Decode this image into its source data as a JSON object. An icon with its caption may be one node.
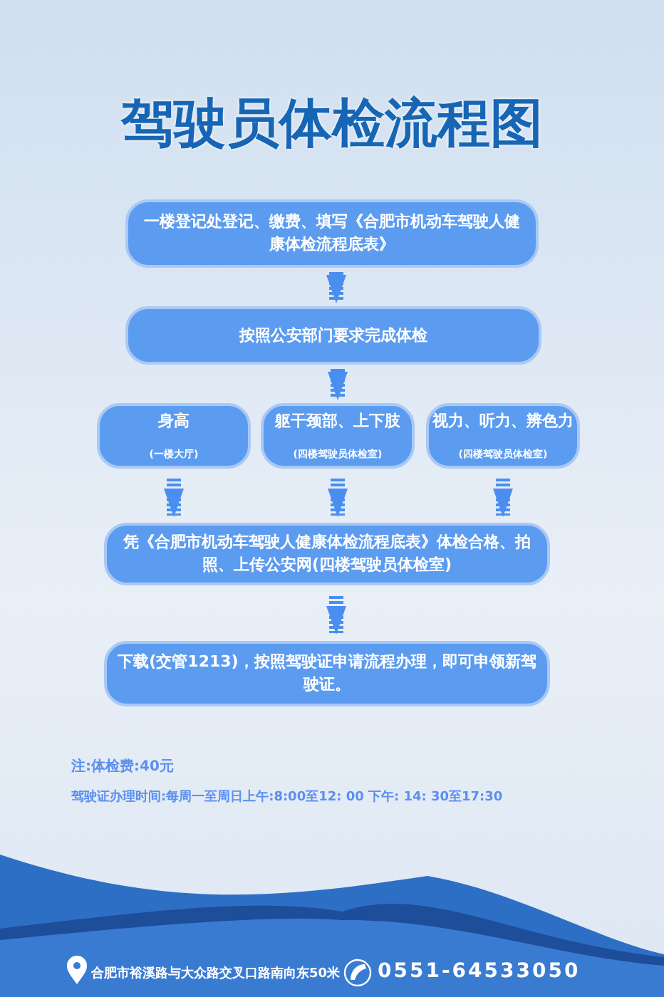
{
  "diagram": {
    "title": "驾驶员体检流程图",
    "nodes": [
      {
        "text": [
          "一楼登记处登记、缴费、填写《合肥市机动车驾驶人健康体检流程底表》"
        ]
      },
      {
        "text": [
          "按照公安部门要求完成体检"
        ]
      },
      {
        "text": [
          "身高",
          "(一楼大厅)"
        ]
      },
      {
        "text": [
          "躯干颈部、上下肢",
          "(四楼驾驶员体检室)"
        ]
      },
      {
        "text": [
          "视力、听力、辨色力",
          "(四楼驾驶员体检室)"
        ]
      },
      {
        "text": [
          "凭《合肥市机动车驾驶人健康体检流程底表》体检合格、拍照、上传公安网(四楼驾驶员体检室)"
        ]
      },
      {
        "text": [
          "下载(交管1213)，按照驾驶证申请流程办理，即可申领新驾驶证。"
        ]
      }
    ],
    "edges": [
      {
        "from": 0,
        "to": 1,
        "arrow": "to"
      },
      {
        "from": 1,
        "to": 3,
        "arrow": "to"
      },
      {
        "from": 2,
        "to": 5,
        "arrow": "to"
      },
      {
        "from": 3,
        "to": 5,
        "arrow": "to"
      },
      {
        "from": 4,
        "to": 5,
        "arrow": "to"
      },
      {
        "from": 5,
        "to": 6,
        "arrow": "to"
      }
    ],
    "labels": [
      "注:体检费:40元",
      "驾驶证办理时间:每周一至周日上午:8:00至12: 00 下午: 14: 30至17:30",
      "合肥市裕溪路与大众路交叉口路南向东50米",
      "0551-64533050"
    ]
  }
}
